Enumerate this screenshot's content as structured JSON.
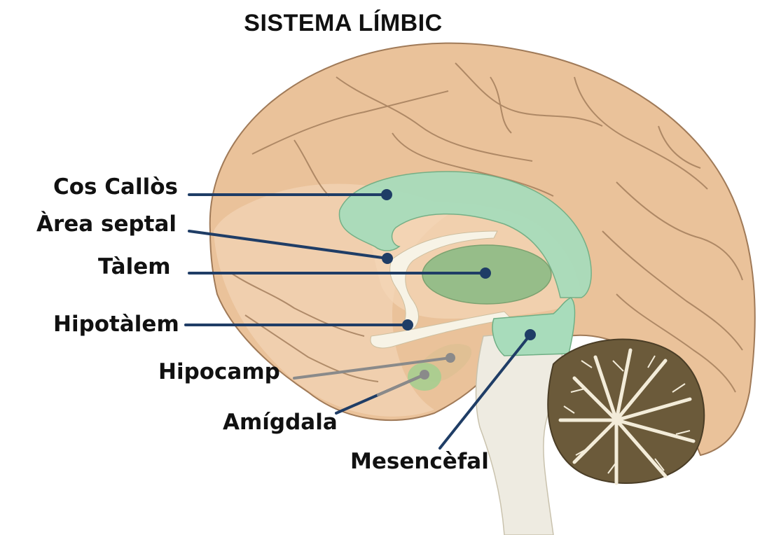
{
  "title": "SISTEMA LÍMBIC",
  "labels": {
    "cos_callos": "Cos Callòs",
    "area_septal": "Àrea septal",
    "talem": "Tàlem",
    "hipotalem": "Hipotàlem",
    "hipocamp": "Hipocamp",
    "amigdala": "Amígdala",
    "mesencefal": "Mesencèfal"
  },
  "colors": {
    "cortex": "#eac29a",
    "cortex_outline": "#a07a58",
    "limbic_green": "#a8dcbb",
    "talem_green": "#8dbb85",
    "leader_navy": "#1f3d66",
    "leader_gray": "#8a8a8a",
    "cerebellum_dark": "#6b5a3a",
    "brainstem": "#eeebe1"
  }
}
